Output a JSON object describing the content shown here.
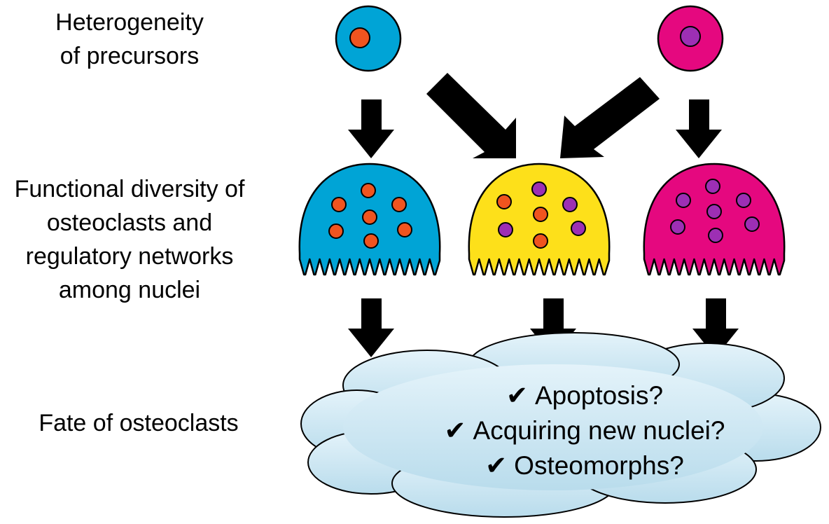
{
  "labels": {
    "heterogeneity_line1": "Heterogeneity",
    "heterogeneity_line2": "of precursors",
    "diversity_line1": "Functional diversity of",
    "diversity_line2": "osteoclasts and",
    "diversity_line3": "regulatory networks",
    "diversity_line4": "among nuclei",
    "fate": "Fate of osteoclasts"
  },
  "fates": [
    {
      "check": "✔",
      "text": "Apoptosis?"
    },
    {
      "check": "✔",
      "text": "Acquiring new nuclei?"
    },
    {
      "check": "✔",
      "text": "Osteomorphs?"
    }
  ],
  "colors": {
    "blue": "#00a4d6",
    "magenta": "#e5087f",
    "yellow": "#fde01a",
    "orange_nucleus": "#f0541f",
    "purple_nucleus": "#9d2fb4",
    "cloud_light": "#e4f3fa",
    "cloud_dark": "#b9dcec",
    "arrow": "#000000"
  }
}
